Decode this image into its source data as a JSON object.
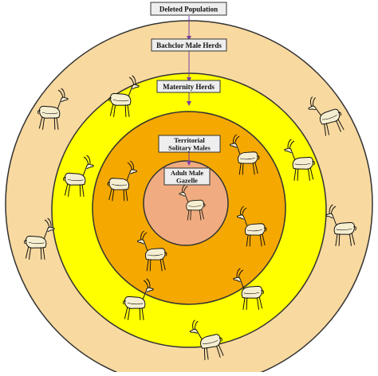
{
  "colors": {
    "outer_ring": "#F8D9A0",
    "maternity_ring": "#FFFF00",
    "territorial_ring": "#F5A800",
    "core": "#F0AC80",
    "ring_stroke": "#333333",
    "label_fill": "#EEEEEE",
    "arrow": "#7B3FA0",
    "gazelle_fill": "#F5EED0"
  },
  "labels": {
    "deleted_population": "Deleted Population",
    "bachelor_male_herds": "Bachclor Male Herds",
    "maternity_herds": "Maternity Herds",
    "territorial_line1": "Territorial",
    "territorial_line2": "Solitary Males",
    "adult_male_line1": "Adult Male",
    "adult_male_line2": "Gazelle"
  },
  "icons": {
    "gazelle": "gazelle-icon",
    "arrow": "arrow-down-icon"
  }
}
